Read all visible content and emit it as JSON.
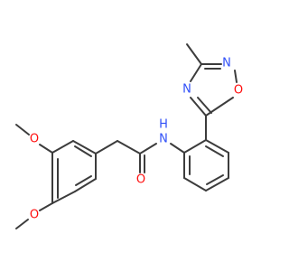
{
  "molecule": {
    "colors": {
      "bond": "#3c3c3c",
      "oxygen": "#ff0d0d",
      "nitrogen": "#3050f8",
      "carbon": "#3c3c3c"
    },
    "atoms": {
      "o_methoxy_top": "O",
      "o_methoxy_bottom": "O",
      "o_carbonyl": "O",
      "n_amide": "N",
      "h_amide": "H",
      "n_oxadiazole_top": "N",
      "n_oxadiazole_left": "N",
      "o_oxadiazole": "O"
    }
  }
}
